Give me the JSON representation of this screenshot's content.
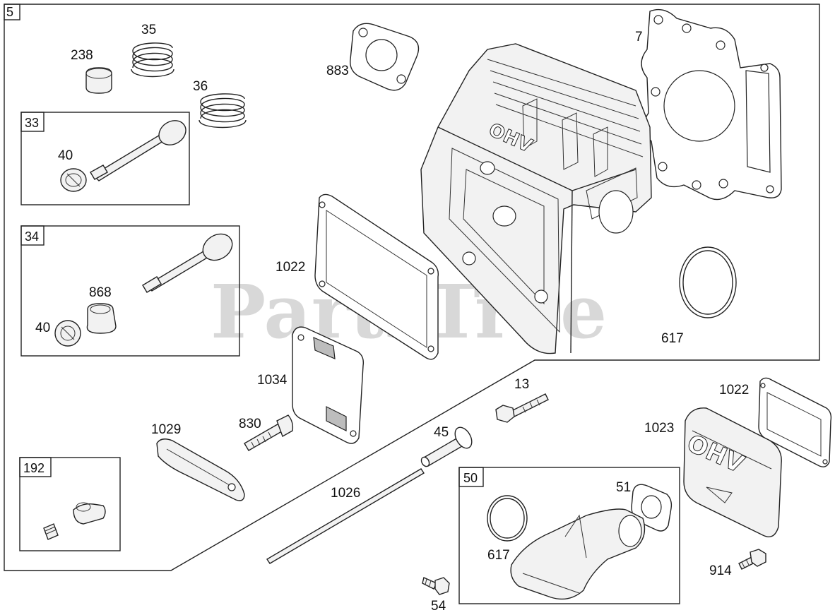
{
  "watermark": "PartsTree",
  "boxes": {
    "main": "5",
    "exhaust_valve": "33",
    "intake_valve": "34",
    "box_192": "192",
    "intake_manifold": "50"
  },
  "callouts": {
    "c238": "238",
    "c35": "35",
    "c36": "36",
    "c40a": "40",
    "c883": "883",
    "c7": "7",
    "c868": "868",
    "c40b": "40",
    "c1022a": "1022",
    "c617a": "617",
    "c1034": "1034",
    "c13": "13",
    "c1022b": "1022",
    "c1023": "1023",
    "c1029": "1029",
    "c830": "830",
    "c45": "45",
    "c1026": "1026",
    "c51": "51",
    "c617b": "617",
    "c914": "914",
    "c54": "54"
  },
  "embossing": {
    "head": "OHV",
    "cover": "OHV"
  }
}
